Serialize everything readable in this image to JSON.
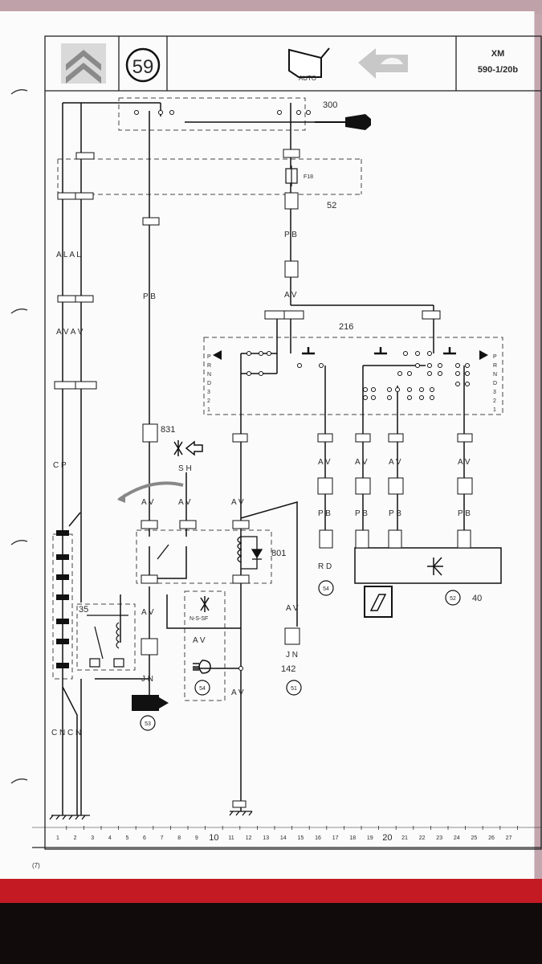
{
  "header": {
    "page_number": "59",
    "mode_label": "AUTO",
    "model": "XM",
    "doc_ref": "590-1/20b"
  },
  "components": {
    "ignition_switch": "300",
    "fuse_box": "52",
    "fuse": "F18",
    "selector_switch": "216",
    "indicator": "831",
    "relay": "801",
    "starter": "35",
    "ecu": "40",
    "connector_142": "142"
  },
  "ground_badges": [
    "53",
    "54",
    "54",
    "51",
    "52"
  ],
  "selector_positions": [
    "P",
    "R",
    "N",
    "D",
    "3",
    "2",
    "1"
  ],
  "wires": {
    "battery_left": "A  L A  L",
    "battery_mid": "A  V A  V",
    "battery_low": "C  P",
    "battery_bottom": "C  N C  N",
    "main_pb": "P  B",
    "pb_right": "P  B",
    "av_right": "A  V",
    "sh": "S  H",
    "av_left": "A  V",
    "av_mid": "A  V",
    "av_center": "A  V",
    "jn_left": "J  N",
    "av_box": "A  V",
    "jn_right": "J  N",
    "av_lower": "A  V",
    "av_142": "A  V",
    "rd": "R  D",
    "nssf": "N-S-SF"
  },
  "axis": {
    "ticks": [
      "1",
      "2",
      "3",
      "4",
      "5",
      "6",
      "7",
      "8",
      "9",
      "10",
      "11",
      "12",
      "13",
      "14",
      "15",
      "16",
      "17",
      "18",
      "19",
      "20",
      "21",
      "22",
      "23",
      "24",
      "25",
      "26",
      "27"
    ],
    "footer_mark": "(7)"
  }
}
